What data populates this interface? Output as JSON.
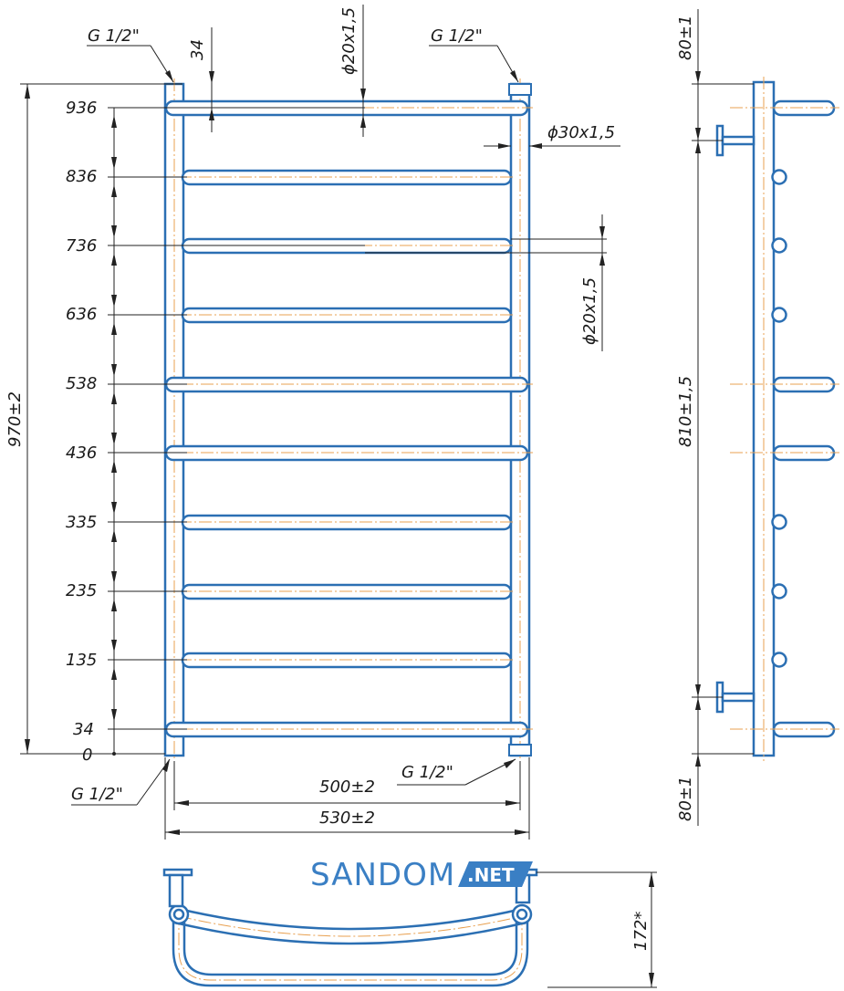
{
  "front_view": {
    "rung_heights": [
      "936",
      "836",
      "736",
      "636",
      "538",
      "436",
      "335",
      "235",
      "135",
      "34",
      "0"
    ],
    "overall_height": "970±2",
    "inner_width": "500±2",
    "outer_width": "530±2",
    "top_rung_offset": "34",
    "rung_pipe": "ϕ20x1,5",
    "rung_pipe_right": "ϕ20x1,5",
    "riser_pipe": "ϕ30x1,5",
    "connection_top_left": "G 1/2\"",
    "connection_top_right": "G 1/2\"",
    "connection_bottom_left": "G 1/2\"",
    "connection_bottom_right": "G 1/2\""
  },
  "side_view": {
    "top_offset": "80±1",
    "mount_span": "810±1,5",
    "bottom_offset": "80±1"
  },
  "bottom_view": {
    "depth": "172*"
  },
  "watermark": {
    "name": "SANDOM",
    "badge": ".NET"
  },
  "colors": {
    "pipe": "#2b6fb3",
    "axis": "#e8a050",
    "brand": "#3a7fc4"
  }
}
